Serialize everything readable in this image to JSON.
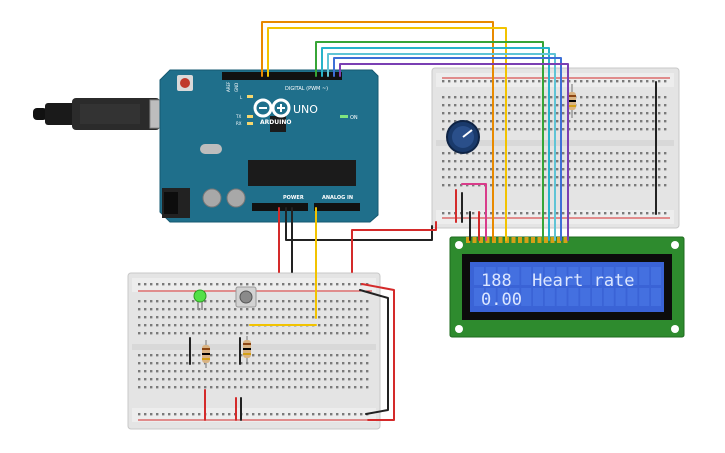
{
  "arduino": {
    "brand": "ARDUINO",
    "model": "UNO",
    "digital_label": "DIGITAL (PWM ~)",
    "power_label": "POWER",
    "analog_label": "ANALOG IN",
    "on_label": "ON",
    "tx_label": "TX",
    "rx_label": "RX",
    "l_label": "L",
    "aref_label": "AREF",
    "gnd_label": "GND"
  },
  "lcd": {
    "line1": "188  Heart rate",
    "line2": "0.00"
  },
  "colors": {
    "arduino_board": "#1f6f8b",
    "lcd_board": "#2e8b2e",
    "lcd_screen": "#3a63d6",
    "lcd_text": "#dbe6ff",
    "breadboard": "#e6e6e6",
    "wire_red": "#d42a2a",
    "wire_black": "#222222",
    "wire_yellow": "#f2c300",
    "wire_orange": "#e88a00",
    "wire_green": "#37a537",
    "wire_cyan": "#27b3c9",
    "wire_blue": "#3d6fd6",
    "wire_purple": "#7a3fb3",
    "wire_pink": "#d93c8a",
    "led_green": "#53e046"
  },
  "icons": [
    "usb-cable-icon",
    "arduino-logo-icon",
    "potentiometer-icon",
    "pushbutton-icon",
    "led-icon",
    "resistor-icon"
  ]
}
